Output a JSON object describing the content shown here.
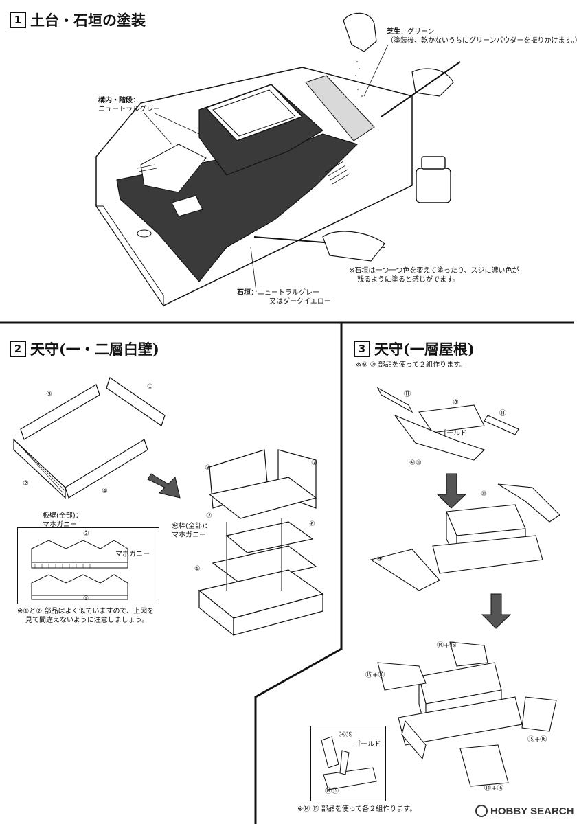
{
  "section1": {
    "number": "1",
    "title": "土台・石垣の塗装",
    "grass_label": "芝生",
    "grass_color": "：グリーン",
    "grass_note": "（塗装後、乾かないうちにグリーンパウダーを振りかけます。）",
    "ground_label": "構内・階段",
    "ground_color": "ニュートラルグレー",
    "stone_label": "石垣",
    "stone_color": "：ニュートラルグレー",
    "stone_color_alt": "又はダークイエロー",
    "stone_note_1": "※石垣は一つ一つ色を変えて塗ったり、スジに濃い色が",
    "stone_note_2": "残るように塗ると感じがでます。"
  },
  "section2": {
    "number": "2",
    "title": "天守(一・二層白壁)",
    "wall_label": "板壁(全部)：",
    "wall_color": "マホガニー",
    "window_label": "窓枠(全部)：",
    "window_color": "マホガニー",
    "inset_color": "マホガニー",
    "note_1": "※①と② 部品はよく似ていますので、上図を",
    "note_2": "見て間違えないように注意しましょう。",
    "parts": [
      "①",
      "②",
      "③",
      "④",
      "⑤",
      "⑥",
      "⑦",
      "⑧"
    ]
  },
  "section3": {
    "number": "3",
    "title": "天守(一層屋根)",
    "note_top": "※⑨ ⑩ 部品を使って２組作ります。",
    "gold_label": "ゴールド",
    "gold_label_2": "ゴールド",
    "note_bottom": "※⑭ ⑮ 部品を使って各２組作ります。",
    "parts": [
      "⑧",
      "⑨",
      "⑩",
      "⑪",
      "⑨⑩",
      "⑭+⑯",
      "⑮+⑯",
      "⑭⑮"
    ]
  },
  "watermark": {
    "brand": "HOBBY SEARCH"
  },
  "colors": {
    "ink": "#111111",
    "stone": "#3a3a3a",
    "rule": "#111111"
  }
}
